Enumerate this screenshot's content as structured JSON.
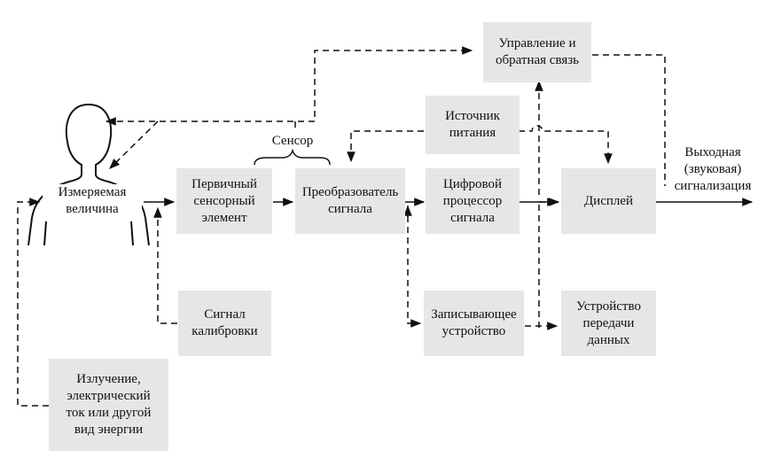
{
  "diagram": {
    "measurand": "Измеряемая\nвеличина",
    "primary_element": "Первичный\nсенсорный\nэлемент",
    "converter": "Преобразователь\nсигнала",
    "dsp": "Цифровой\nпроцессор\nсигнала",
    "display": "Дисплей",
    "control_feedback": "Управление и\nобратная связь",
    "power": "Источник\nпитания",
    "calibration": "Сигнал\nкалибровки",
    "energy": "Излучение,\nэлектрический\nток или другой\nвид энергии",
    "recorder": "Записывающее\nустройство",
    "transmitter": "Устройство\nпередачи\nданных",
    "sensor_brace": "Сенсор",
    "output": "Выходная\n(звуковая)\nсигнализация"
  },
  "colors": {
    "box_fill": "#e6e6e6",
    "line": "#111111"
  }
}
